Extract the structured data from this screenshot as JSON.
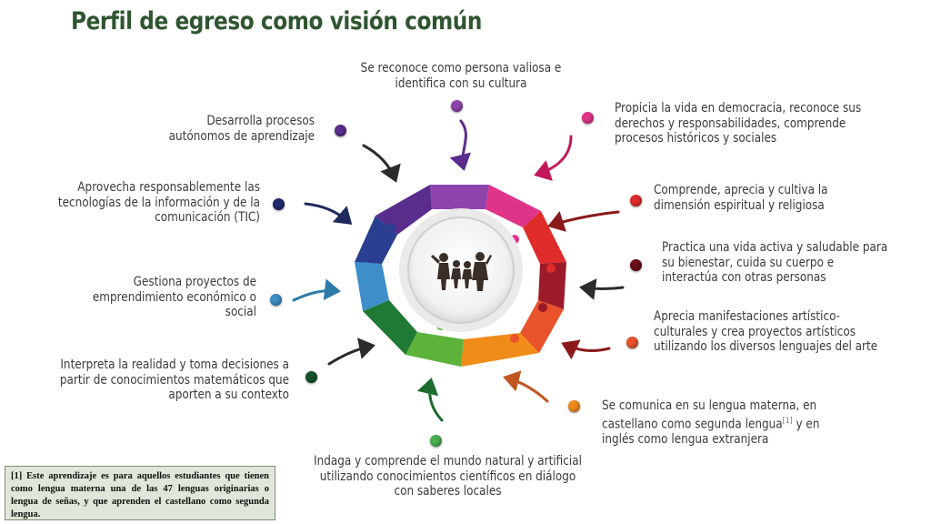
{
  "title": "Perfil de egreso como visión común",
  "labels": {
    "top": "Se reconoce como persona valiosa e identifica con su cultura",
    "democracia": "Propicia la vida en democracia, reconoce sus derechos y responsabilidades, comprende procesos históricos y sociales",
    "espiritual": "Comprende, aprecia y cultiva la dimensión espiritual y religiosa",
    "saludable": "Practica una vida activa y saludable para su bienestar, cuida su cuerpo e interactúa con otras personas",
    "arte": "Aprecia manifestaciones artístico-culturales y crea proyectos artísticos utilizando los diversos lenguajes del arte",
    "lengua_a": "Se comunica en su lengua materna, en castellano como segunda lengua",
    "lengua_ref": "[1]",
    "lengua_b": " y en inglés como lengua extranjera",
    "indaga": "Indaga y comprende el mundo natural y artificial utilizando conocimientos científicos en diálogo con saberes locales",
    "matematica": "Interpreta la realidad y toma decisiones a partir de conocimientos matemáticos que aporten a su contexto",
    "emprendimiento": "Gestiona proyectos de emprendimiento económico o social",
    "tic": "Aprovecha responsablemente las tecnologías de la información y de la comunicación (TIC)",
    "autonomo": "Desarrolla procesos autónomos de aprendizaje"
  },
  "footnote": "[1] Este aprendizaje es para aquellos estudiantes que tienen como lengua materna una de las 47 lenguas originarias o lengua de señas, y que aprenden el castellano como segunda lengua.",
  "colors": {
    "title": "#2f5530",
    "purple_light": "#8e44ad",
    "magenta": "#e0348a",
    "red": "#e02b2b",
    "dark_red": "#9b1b2a",
    "orange_red": "#e9532b",
    "orange": "#f08c1a",
    "green_light": "#5db33a",
    "green_dark": "#1e7a34",
    "blue_light": "#3e8ec9",
    "navy": "#2a3f8f",
    "violet": "#5a2c8c"
  }
}
